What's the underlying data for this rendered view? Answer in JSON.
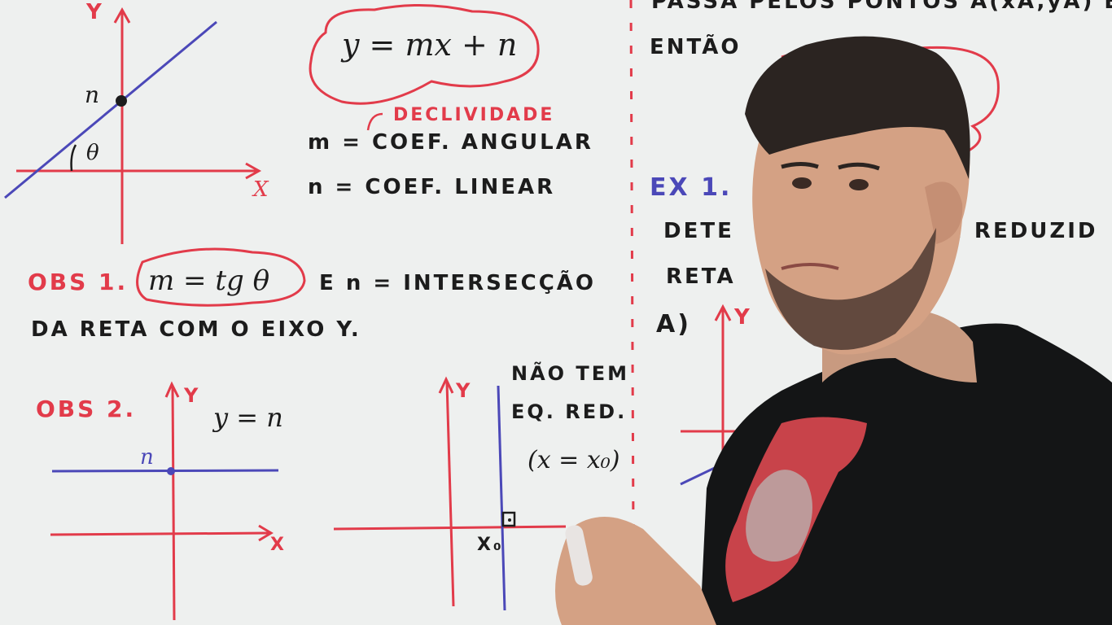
{
  "colors": {
    "board": "#eef0ef",
    "ink_black": "#1c1c1c",
    "ink_red": "#e23b4a",
    "ink_blue": "#4b48b8",
    "divider": "#e23b4a"
  },
  "left_panel": {
    "graph1": {
      "y_axis": "Y",
      "x_axis": "X",
      "intercept": "n",
      "angle": "θ"
    },
    "equation": "y = mx + n",
    "slope_note": "DECLIVIDADE",
    "m_def": "m = COEF. ANGULAR",
    "n_def": "n = COEF. LINEAR",
    "obs1_label": "OBS 1.",
    "obs1_formula": "m = tg θ",
    "obs1_text": "E  n = INTERSECÇÃO",
    "obs1_text2": "DA RETA COM O EIXO Y.",
    "obs2_label": "OBS 2.",
    "obs2_eq": "y = n",
    "graph2": {
      "y_axis": "Y",
      "x_axis": "X",
      "intercept": "n"
    },
    "graph3": {
      "y_axis": "Y",
      "x0": "X₀"
    },
    "vertical_note1": "NÃO TEM",
    "vertical_note2": "EQ. RED.",
    "vertical_note3": "(x = x₀)"
  },
  "right_panel": {
    "top_text": "PASSA PELOS PONTOS  A(xA,yA) E",
    "then": "ENTÃO",
    "ex_label": "EX 1.",
    "ex_text1a": "DETE",
    "ex_text1b": ". REDUZID",
    "ex_text2": "RETA",
    "item_a": "A)",
    "graph_y": "Y"
  }
}
